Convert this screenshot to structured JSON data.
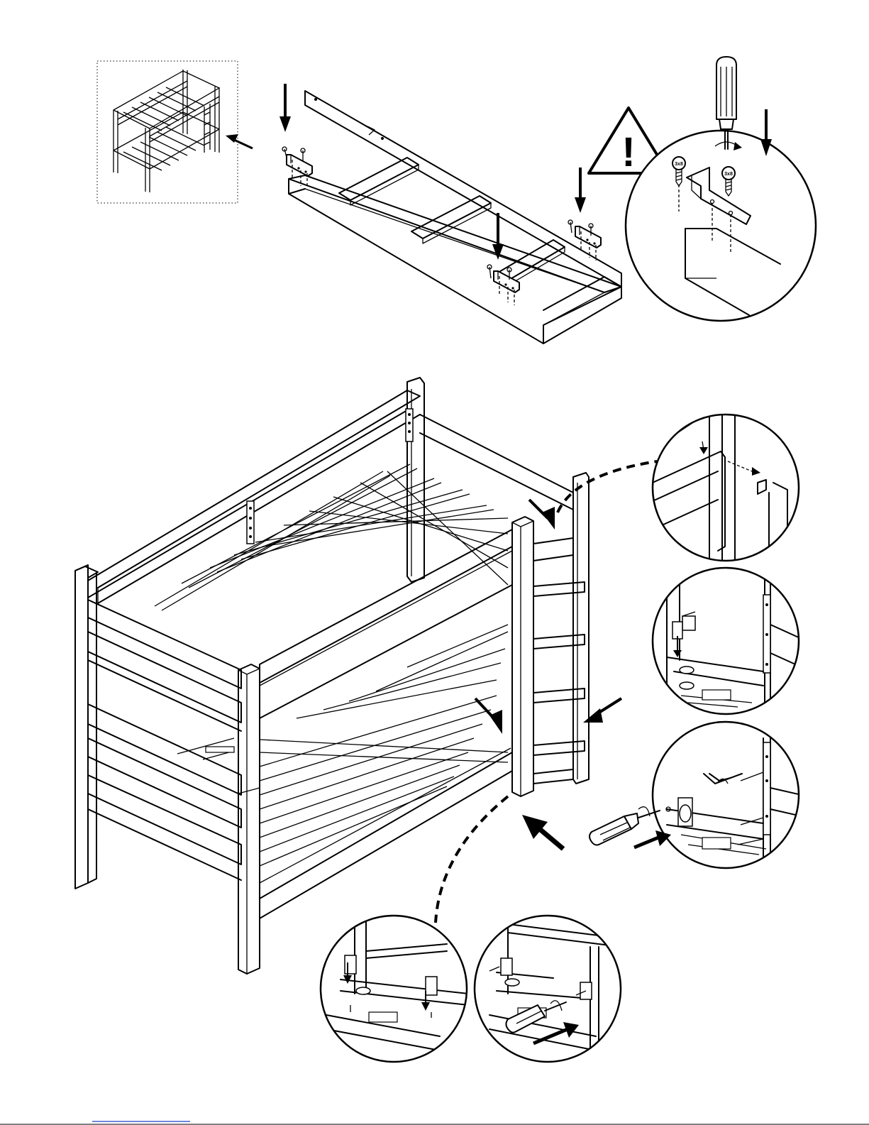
{
  "document": {
    "type": "assembly-instructions-page",
    "colors": {
      "ink": "#000000",
      "paper": "#ffffff",
      "footer_link": "#1a3cc8"
    }
  },
  "overview_thumbnail": {
    "icon": "bunk-bed-overview-icon"
  },
  "warning": {
    "icon": "warning-triangle-icon",
    "symbol": "!"
  },
  "screw_labels": {
    "screw_a": "3x8",
    "screw_b": "3x8"
  },
  "top_section": {
    "icon": "bed-base-frame-with-brackets"
  },
  "main_section": {
    "icon": "assembled-bunk-bed-with-ladder"
  },
  "detail_callouts": [
    {
      "icon": "rail-hook-detail"
    },
    {
      "icon": "bracket-slide-detail"
    },
    {
      "icon": "bolt-fastening-detail"
    },
    {
      "icon": "lower-bracket-detail"
    },
    {
      "icon": "lower-screw-detail"
    }
  ]
}
